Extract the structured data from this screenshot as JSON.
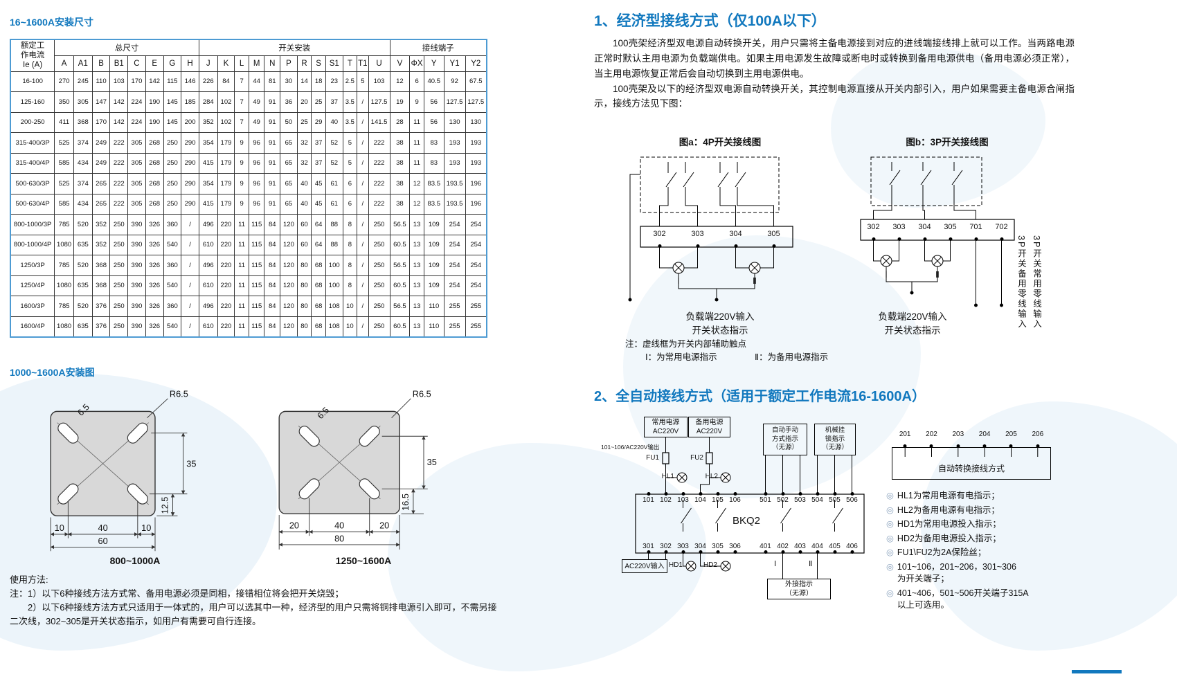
{
  "left": {
    "dim_title": "16~1600A安装尺寸",
    "table": {
      "col_current": "额定工\n作电流\nIe (A)",
      "groups": [
        {
          "label": "总尺寸",
          "span": 8
        },
        {
          "label": "开关安装",
          "span": 12
        },
        {
          "label": "接线端子",
          "span": 5
        }
      ],
      "columns": [
        "A",
        "A1",
        "B",
        "B1",
        "C",
        "E",
        "G",
        "H",
        "J",
        "K",
        "L",
        "M",
        "N",
        "P",
        "R",
        "S",
        "S1",
        "T",
        "T1",
        "U",
        "V",
        "ΦX",
        "Y",
        "Y1",
        "Y2"
      ],
      "rows": [
        [
          "16-100",
          "270",
          "245",
          "110",
          "103",
          "170",
          "142",
          "115",
          "146",
          "226",
          "84",
          "7",
          "44",
          "81",
          "30",
          "14",
          "18",
          "23",
          "2.5",
          "5",
          "103",
          "12",
          "6",
          "40.5",
          "92",
          "67.5"
        ],
        [
          "125-160",
          "350",
          "305",
          "147",
          "142",
          "224",
          "190",
          "145",
          "185",
          "284",
          "102",
          "7",
          "49",
          "91",
          "36",
          "20",
          "25",
          "37",
          "3.5",
          "/",
          "127.5",
          "19",
          "9",
          "56",
          "127.5",
          "127.5"
        ],
        [
          "200-250",
          "411",
          "368",
          "170",
          "142",
          "224",
          "190",
          "145",
          "200",
          "352",
          "102",
          "7",
          "49",
          "91",
          "50",
          "25",
          "29",
          "40",
          "3.5",
          "/",
          "141.5",
          "28",
          "11",
          "56",
          "130",
          "130"
        ],
        [
          "315-400/3P",
          "525",
          "374",
          "249",
          "222",
          "305",
          "268",
          "250",
          "290",
          "354",
          "179",
          "9",
          "96",
          "91",
          "65",
          "32",
          "37",
          "52",
          "5",
          "/",
          "222",
          "38",
          "11",
          "83",
          "193",
          "193"
        ],
        [
          "315-400/4P",
          "585",
          "434",
          "249",
          "222",
          "305",
          "268",
          "250",
          "290",
          "415",
          "179",
          "9",
          "96",
          "91",
          "65",
          "32",
          "37",
          "52",
          "5",
          "/",
          "222",
          "38",
          "11",
          "83",
          "193",
          "193"
        ],
        [
          "500-630/3P",
          "525",
          "374",
          "265",
          "222",
          "305",
          "268",
          "250",
          "290",
          "354",
          "179",
          "9",
          "96",
          "91",
          "65",
          "40",
          "45",
          "61",
          "6",
          "/",
          "222",
          "38",
          "12",
          "83.5",
          "193.5",
          "196"
        ],
        [
          "500-630/4P",
          "585",
          "434",
          "265",
          "222",
          "305",
          "268",
          "250",
          "290",
          "415",
          "179",
          "9",
          "96",
          "91",
          "65",
          "40",
          "45",
          "61",
          "6",
          "/",
          "222",
          "38",
          "12",
          "83.5",
          "193.5",
          "196"
        ],
        [
          "800-1000/3P",
          "785",
          "520",
          "352",
          "250",
          "390",
          "326",
          "360",
          "/",
          "496",
          "220",
          "11",
          "115",
          "84",
          "120",
          "60",
          "64",
          "88",
          "8",
          "/",
          "250",
          "56.5",
          "13",
          "109",
          "254",
          "254"
        ],
        [
          "800-1000/4P",
          "1080",
          "635",
          "352",
          "250",
          "390",
          "326",
          "540",
          "/",
          "610",
          "220",
          "11",
          "115",
          "84",
          "120",
          "60",
          "64",
          "88",
          "8",
          "/",
          "250",
          "60.5",
          "13",
          "109",
          "254",
          "254"
        ],
        [
          "1250/3P",
          "785",
          "520",
          "368",
          "250",
          "390",
          "326",
          "360",
          "/",
          "496",
          "220",
          "11",
          "115",
          "84",
          "120",
          "80",
          "68",
          "100",
          "8",
          "/",
          "250",
          "56.5",
          "13",
          "109",
          "254",
          "254"
        ],
        [
          "1250/4P",
          "1080",
          "635",
          "368",
          "250",
          "390",
          "326",
          "540",
          "/",
          "610",
          "220",
          "11",
          "115",
          "84",
          "120",
          "80",
          "68",
          "100",
          "8",
          "/",
          "250",
          "60.5",
          "13",
          "109",
          "254",
          "254"
        ],
        [
          "1600/3P",
          "785",
          "520",
          "376",
          "250",
          "390",
          "326",
          "360",
          "/",
          "496",
          "220",
          "11",
          "115",
          "84",
          "120",
          "80",
          "68",
          "108",
          "10",
          "/",
          "250",
          "56.5",
          "13",
          "110",
          "255",
          "255"
        ],
        [
          "1600/4P",
          "1080",
          "635",
          "376",
          "250",
          "390",
          "326",
          "540",
          "/",
          "610",
          "220",
          "11",
          "115",
          "84",
          "120",
          "80",
          "68",
          "108",
          "10",
          "/",
          "250",
          "60.5",
          "13",
          "110",
          "255",
          "255"
        ]
      ]
    },
    "install_title": "1000~1600A安装图",
    "drawing_a": {
      "radius": "R6.5",
      "slot": "6.5",
      "dim_v_mid": "35",
      "dim_v_edge": "12.5",
      "dim_left": "10",
      "dim_mid": "40",
      "dim_right": "10",
      "dim_total": "60",
      "caption": "800~1000A"
    },
    "drawing_b": {
      "radius": "R6.5",
      "slot": "6.5",
      "dim_v_mid": "35",
      "dim_v_edge": "16.5",
      "dim_left": "20",
      "dim_mid": "40",
      "dim_right": "20",
      "dim_total": "80",
      "caption": "1250~1600A"
    },
    "usage_title": "使用方法:",
    "usage_note1": "注：1）以下6种接线方法方式常、备用电源必须是同相，接错相位将会把开关烧毁；",
    "usage_note2": "2）以下6种接线方法方式只适用于一体式的，用户可以选其中一种，经济型的用户只需将铜排电源引入即可，不需另接二次线，302~305是开关状态指示，如用户有需要可自行连接。"
  },
  "right": {
    "s1_title": "1、经济型接线方式（仅100A以下）",
    "s1_p1": "100壳架经济型双电源自动转换开关，用户只需将主备电源接到对应的进线端接线排上就可以工作。当两路电源正常时默认主用电源为负载端供电。如果主用电源发生故障或断电时或转换到备用电源供电（备用电源必须正常），当主用电源恢复正常后会自动切换到主用电源供电。",
    "s1_p2": "100壳架及以下的经济型双电源自动转换开关，其控制电源直接从开关内部引入，用户如果需要主备电源合闸指示，接线方法见下图：",
    "fig_a": {
      "title": "图a：4P开关接线图",
      "terminals": [
        "302",
        "303",
        "304",
        "305"
      ],
      "lamp1": "Ⅰ",
      "lamp2": "Ⅱ",
      "caption1": "负载端220V输入",
      "caption2": "开关状态指示"
    },
    "fig_b": {
      "title": "图b：3P开关接线图",
      "terminals": [
        "302",
        "303",
        "304",
        "305",
        "701",
        "702"
      ],
      "lamp1": "Ⅰ",
      "lamp2": "Ⅱ",
      "vlabel1": "3P开关备用零线输入",
      "vlabel2": "3P开关常用零线输入",
      "caption1": "负载端220V输入",
      "caption2": "开关状态指示"
    },
    "fig_note1": "注：虚线框为开关内部辅助触点",
    "fig_note2": "Ⅰ：为常用电源指示",
    "fig_note3": "Ⅱ：为备用电源指示",
    "s2_title": "2、全自动接线方式（适用于额定工作电流16-1600A）",
    "diagram": {
      "power1_l1": "常用电源",
      "power1_l2": "AC220V",
      "power2_l1": "备用电源",
      "power2_l2": "AC220V",
      "out_label": "101~106/AC220V输出",
      "fu1": "FU1",
      "fu2": "FU2",
      "hl1": "HL1",
      "hl2": "HL2",
      "device": "BKQ2",
      "term_top_a": [
        "101",
        "102",
        "103",
        "104",
        "105",
        "106"
      ],
      "term_top_b": [
        "501",
        "502",
        "503",
        "504",
        "505",
        "506"
      ],
      "term_bot_a": [
        "301",
        "302",
        "303",
        "304",
        "305",
        "306"
      ],
      "term_bot_b": [
        "401",
        "402",
        "403",
        "404",
        "405",
        "406"
      ],
      "ac_in": "AC220V输入",
      "hd1": "HD1",
      "hd2": "HD2",
      "roman1": "Ⅰ",
      "roman2": "Ⅱ",
      "man_box": "自动手动\n方式指示\n（无源）",
      "lock_box": "机械挂\n锁指示\n（无源）",
      "ext_box": "外接指示\n（无源）",
      "right_terms": [
        "201",
        "202",
        "203",
        "204",
        "205",
        "206"
      ],
      "right_label": "自动转换接线方式"
    },
    "bullet_glyph": "◎",
    "bullets": [
      "HL1为常用电源有电指示；",
      "HL2为备用电源有电指示；",
      "HD1为常用电源投入指示；",
      "HD2为备用电源投入指示；",
      "FU1\\FU2为2A保险丝；",
      "101~106，201~206，301~306\n为开关端子；",
      "401~406，501~506开关端子315A\n以上可选用。"
    ]
  }
}
